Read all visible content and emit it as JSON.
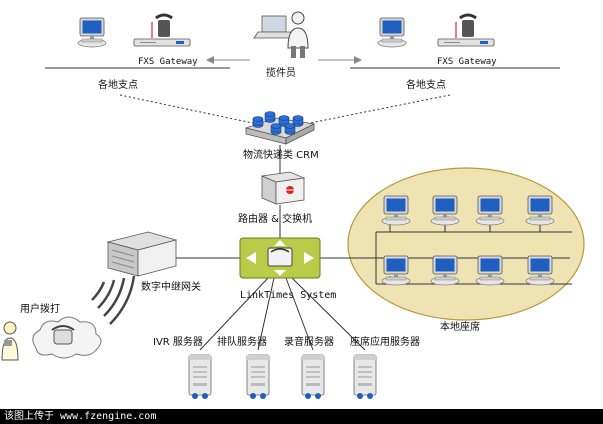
{
  "labels": {
    "branch_left": "各地支点",
    "branch_right": "各地支点",
    "fxs_left": "FXS Gateway",
    "fxs_right": "FXS Gateway",
    "operator": "揽件员",
    "crm": "物流快递类 CRM",
    "router": "路由器 & 交换机",
    "trunk_gateway": "数字中继网关",
    "core": "LinkTimes System",
    "local_seats": "本地座席",
    "caller": "用户拨打",
    "ivr": "IVR 服务器",
    "queue": "排队服务器",
    "record": "录音服务器",
    "seat_app": "座席应用服务器"
  },
  "footer": "该图上传于 www.fzengine.com",
  "colors": {
    "ellipse_fill": "#efe3b3",
    "core_box": "#b8cc4a",
    "monitor_screen": "#1f5fbf",
    "link_line": "#333333"
  }
}
